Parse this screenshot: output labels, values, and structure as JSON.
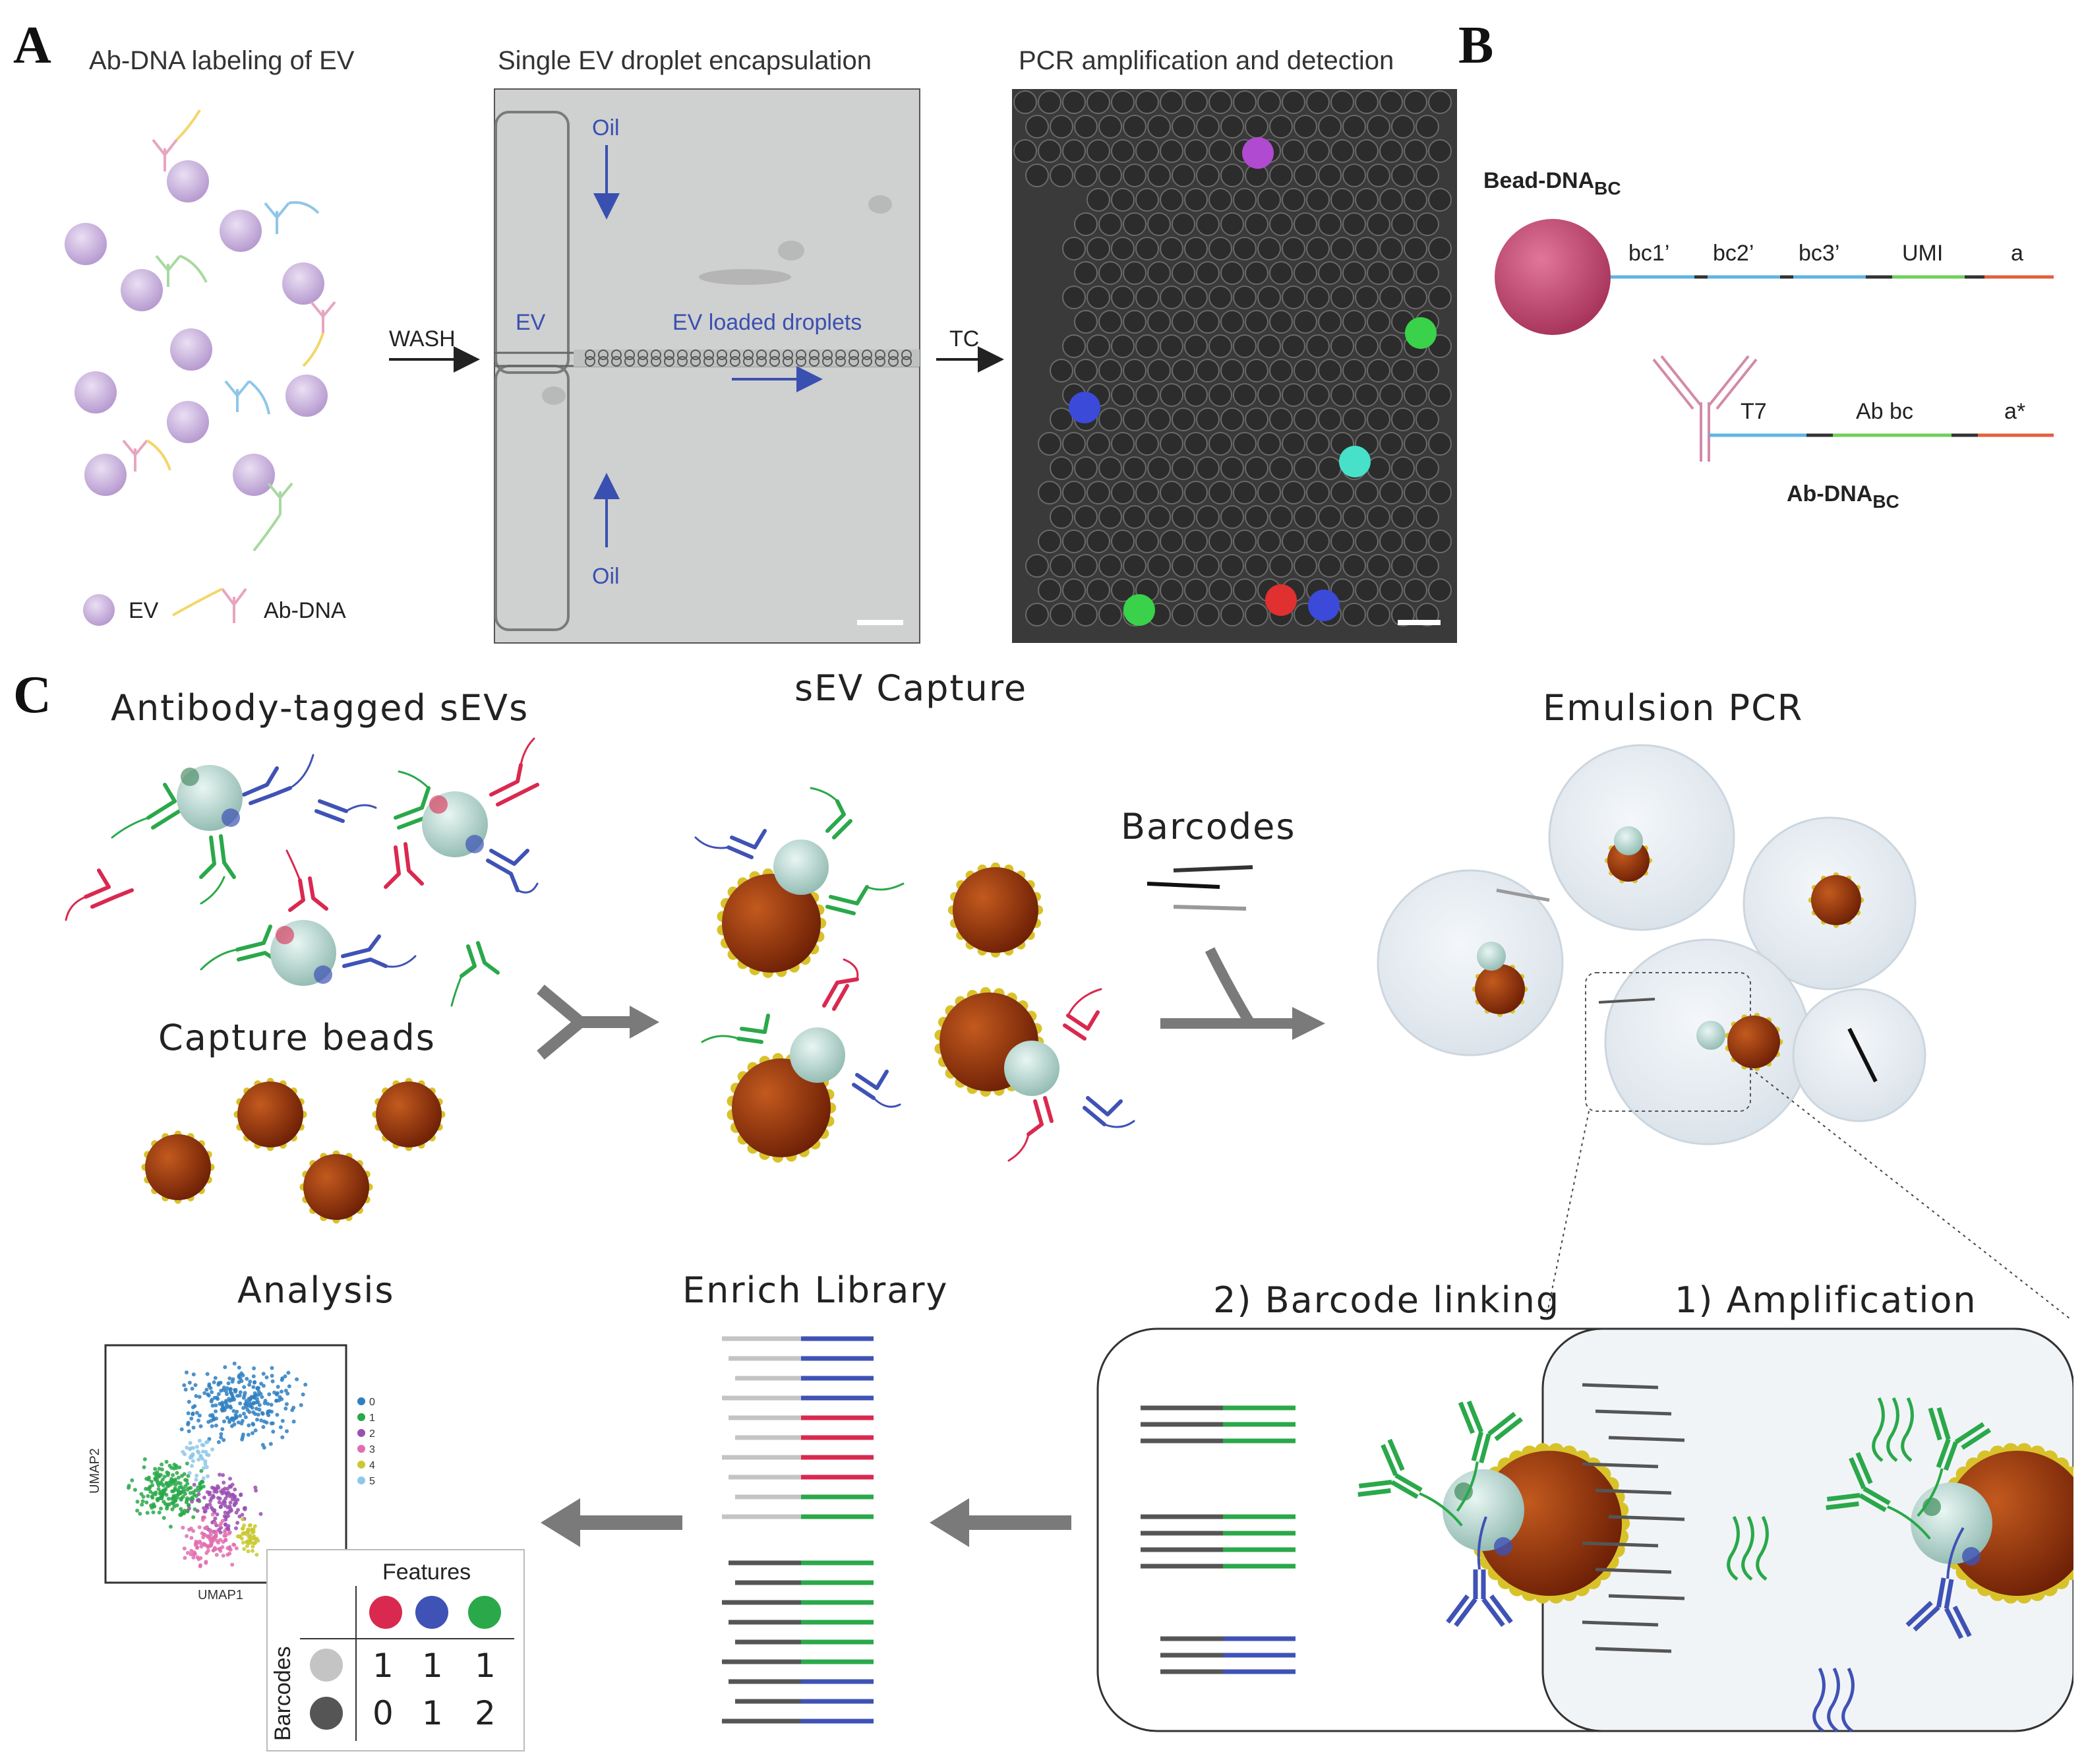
{
  "panels": {
    "a": {
      "letter": "A",
      "titles": [
        "Ab-DNA labeling of EV",
        "Single EV droplet encapsulation",
        "PCR amplification and detection"
      ],
      "wash": "WASH",
      "tc": "TC",
      "oil_top": "Oil",
      "oil_bottom": "Oil",
      "ev": "EV",
      "ev_loaded": "EV loaded droplets",
      "legend": {
        "ev": "EV",
        "abdna": "Ab-DNA"
      }
    },
    "b": {
      "letter": "B",
      "bead_label": "Bead-DNA",
      "bead_sub": "BC",
      "segments_top": [
        "bc1’",
        "bc2’",
        "bc3’",
        "UMI",
        "a"
      ],
      "segments_bottom": [
        "T7",
        "Ab bc",
        "a*"
      ],
      "ab_label": "Ab-DNA",
      "ab_sub": "BC"
    },
    "c": {
      "letter": "C",
      "antibody_tagged": "Antibody-tagged sEVs",
      "capture_beads": "Capture beads",
      "sev_capture": "sEV Capture",
      "barcodes": "Barcodes",
      "emulsion_pcr": "Emulsion PCR",
      "analysis": "Analysis",
      "enrich_library": "Enrich Library",
      "barcode_linking": "2) Barcode linking",
      "amplification": "1) Amplification",
      "umap_x": "UMAP1",
      "umap_y": "UMAP2",
      "clusters": [
        "0",
        "1",
        "2",
        "3",
        "4",
        "5"
      ],
      "table": {
        "features": "Features",
        "barcodes": "Barcodes",
        "row1": [
          "1",
          "1",
          "1"
        ],
        "row2": [
          "0",
          "1",
          "2"
        ]
      }
    }
  },
  "colors": {
    "ev": "#c9b3dd",
    "bead": "#c94d75",
    "capture_bead": "#8b2e0a",
    "green": "#2aa84a",
    "red": "#d9294f",
    "blue": "#3f52b5",
    "arrow": "#7a7a7a"
  }
}
